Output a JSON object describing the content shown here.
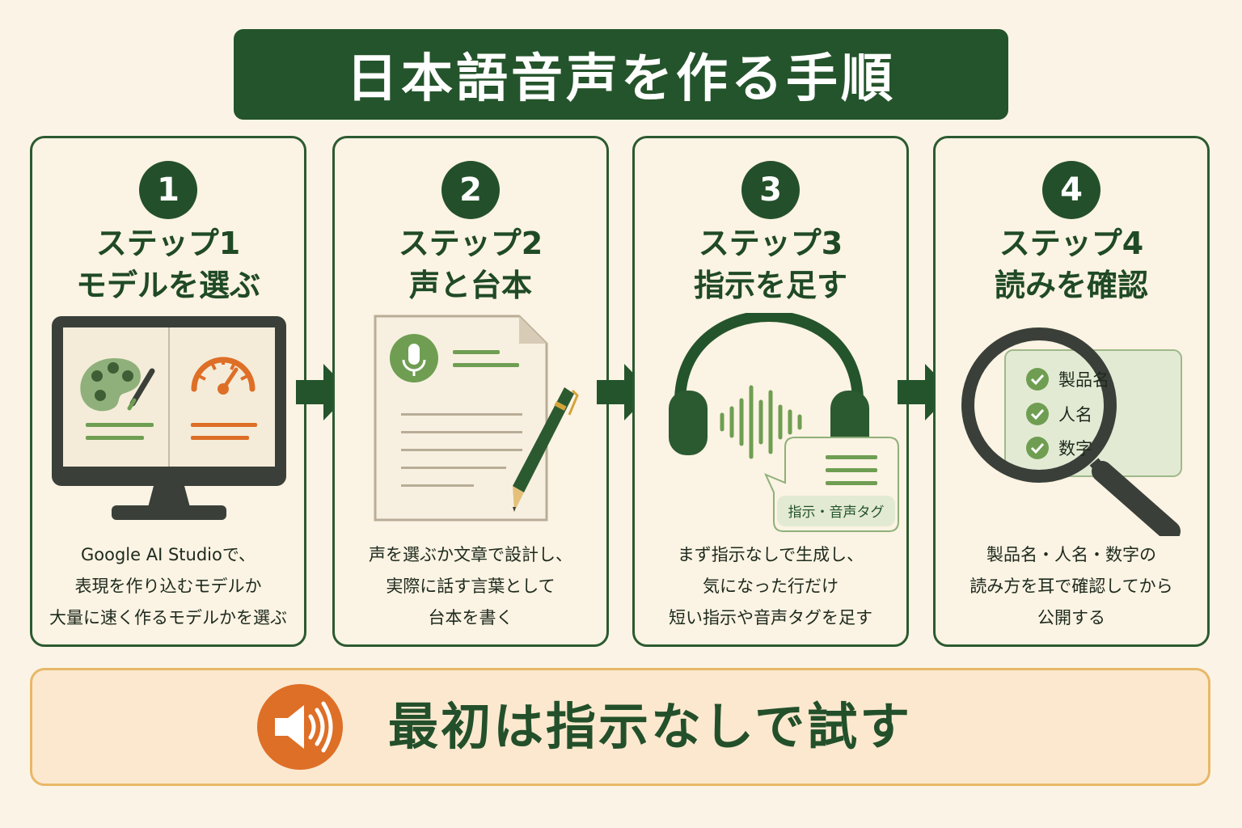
{
  "title": "日本語音声を作る手順",
  "steps": [
    {
      "number": "1",
      "title_line1": "ステップ1",
      "title_line2": "モデルを選ぶ",
      "desc": [
        "Google AI Studioで、",
        "表現を作り込むモデルか",
        "大量に速く作るモデルかを選ぶ"
      ]
    },
    {
      "number": "2",
      "title_line1": "ステップ2",
      "title_line2": "声と台本",
      "desc": [
        "声を選ぶか文章で設計し、",
        "実際に話す言葉として",
        "台本を書く"
      ]
    },
    {
      "number": "3",
      "title_line1": "ステップ3",
      "title_line2": "指示を足す",
      "desc": [
        "まず指示なしで生成し、",
        "気になった行だけ",
        "短い指示や音声タグを足す"
      ],
      "bubble_label": "指示・音声タグ"
    },
    {
      "number": "4",
      "title_line1": "ステップ4",
      "title_line2": "読みを確認",
      "desc": [
        "製品名・人名・数字の",
        "読み方を耳で確認してから",
        "公開する"
      ],
      "checklist": [
        "製品名",
        "人名",
        "数字"
      ]
    }
  ],
  "bottom": {
    "text": "最初は指示なしで試す"
  },
  "colors": {
    "dark_green": "#24542b",
    "light_green": "#6f9e52",
    "orange": "#de6f27",
    "background": "#fbf4e6"
  }
}
